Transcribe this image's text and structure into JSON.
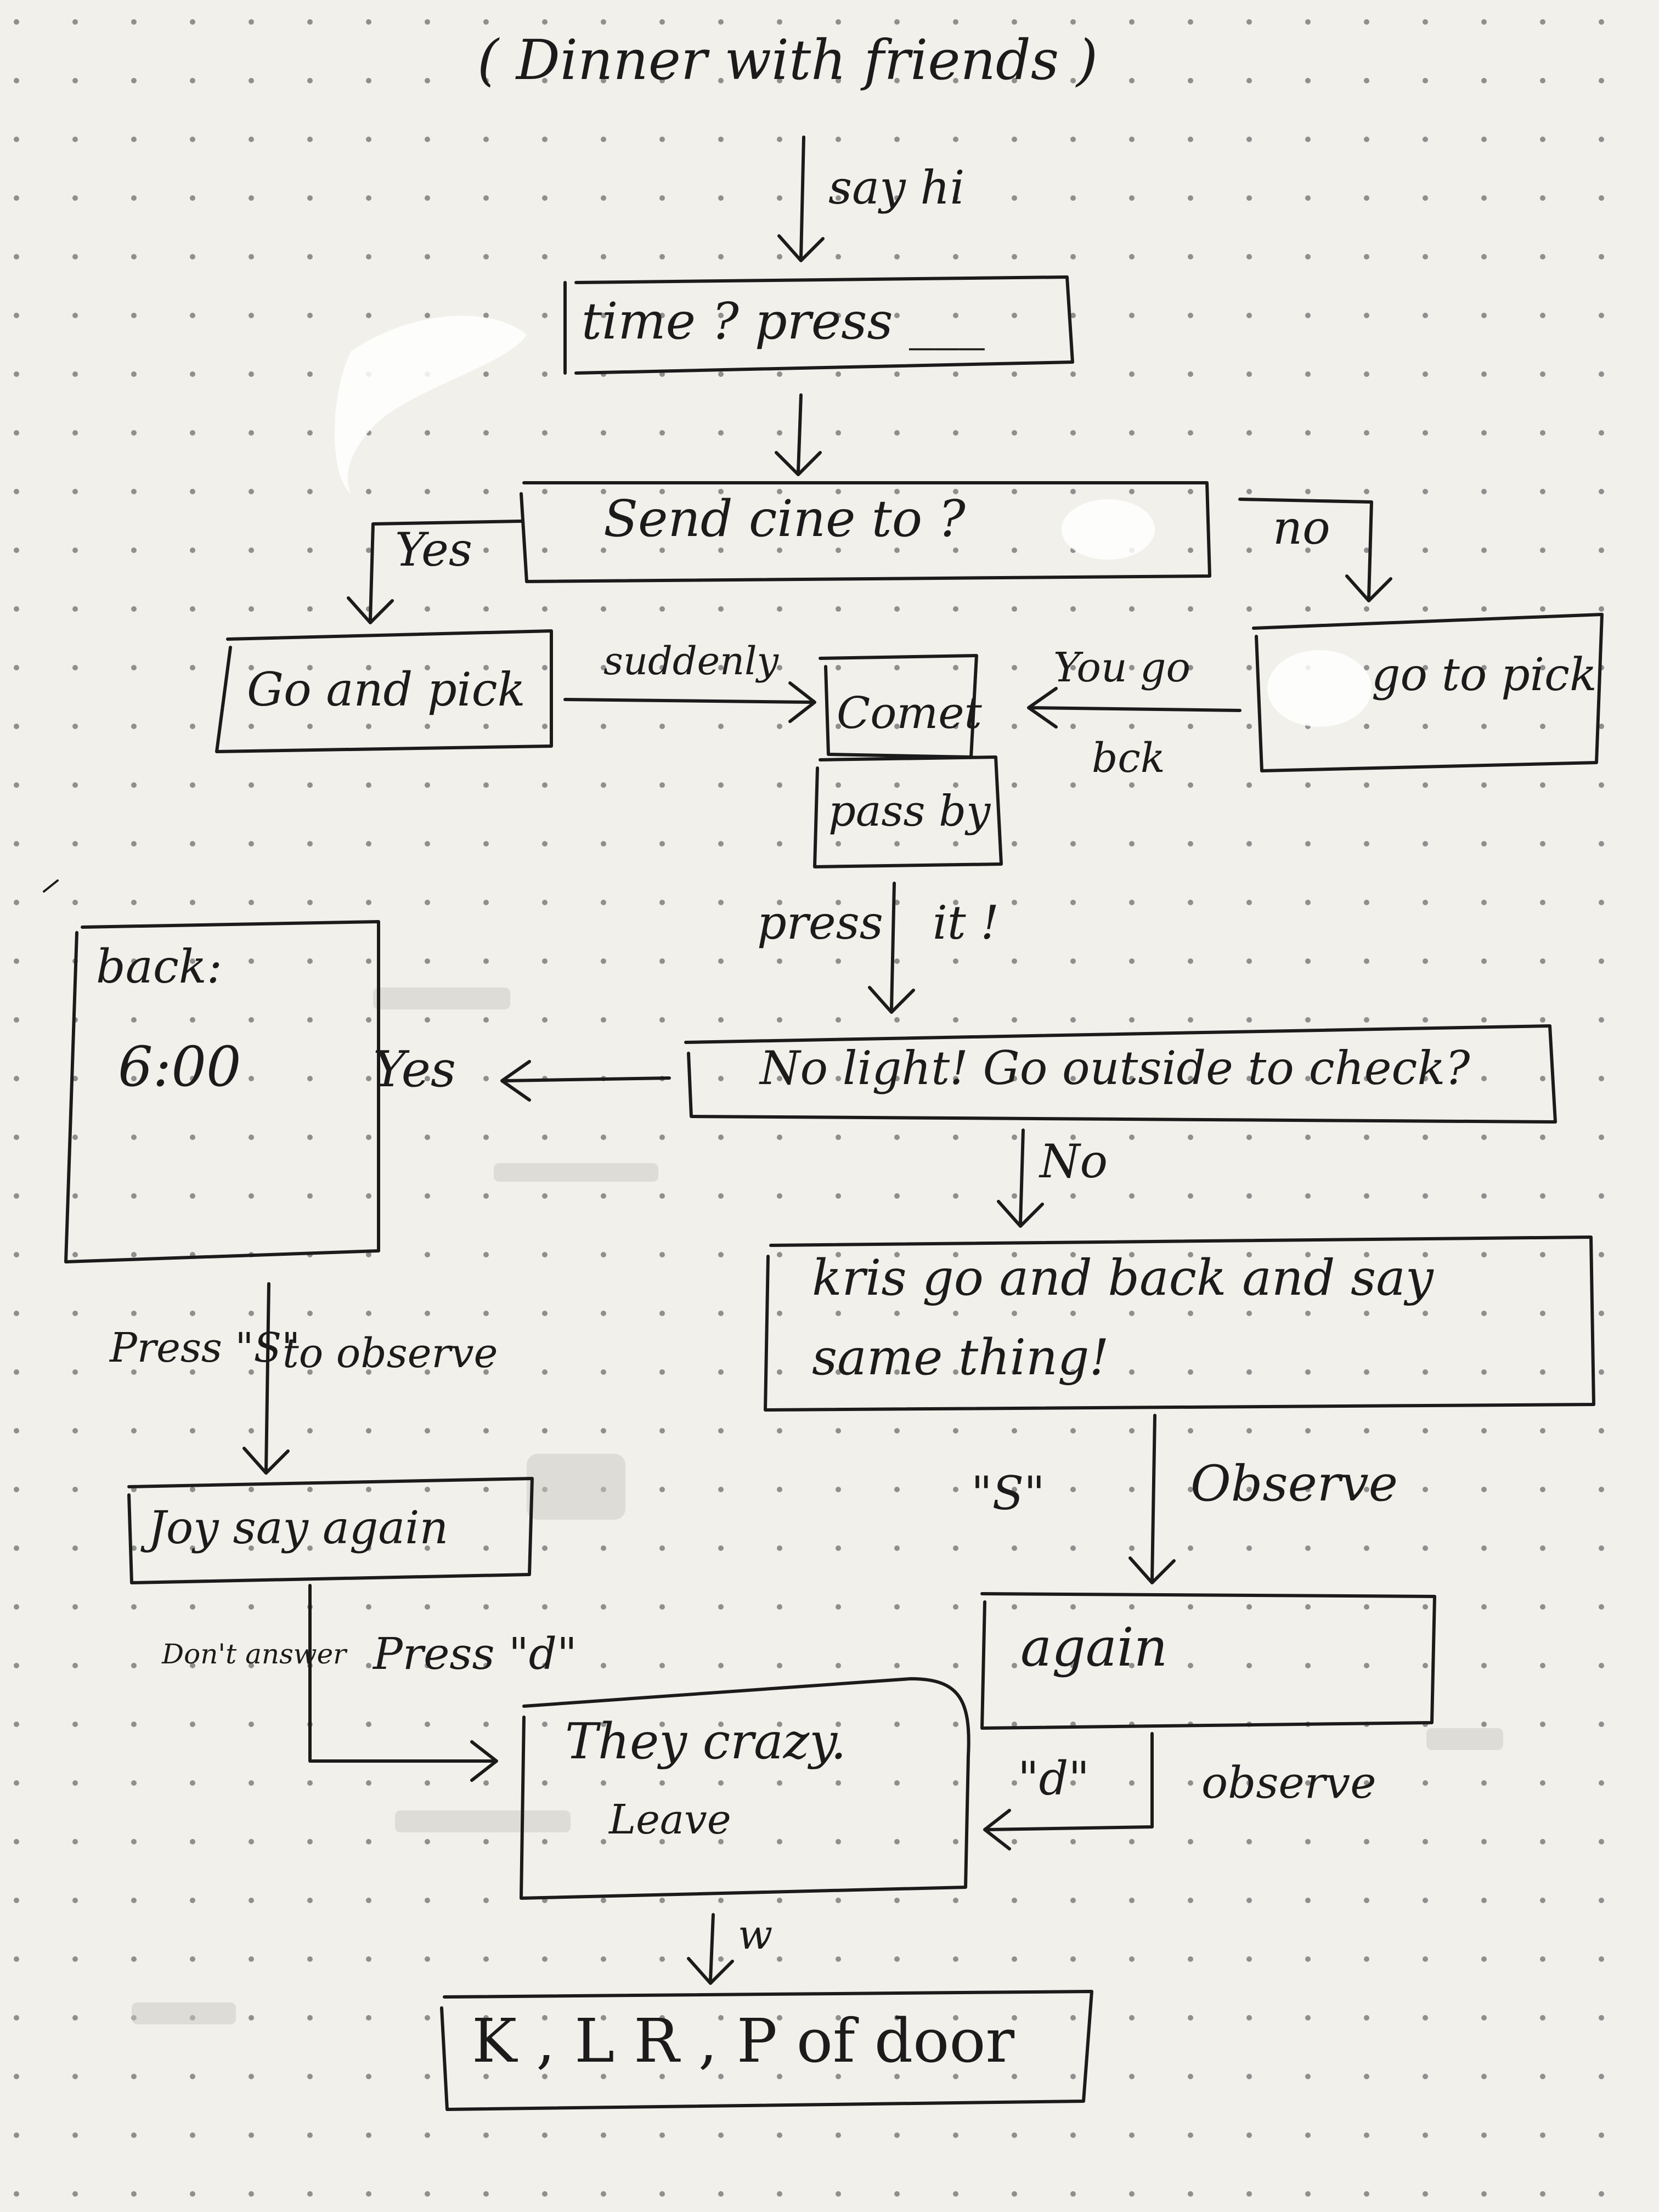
{
  "title": "( Dinner  with  friends )",
  "nodes": {
    "time": "time ?  press ___",
    "send": "Send  cine  to  ?",
    "go_pick": "Go and pick",
    "kris_pick": "go to pick",
    "comet": "Comet",
    "pass_by": "pass by",
    "no_light": "No light!  Go outside to check?",
    "back": "back:",
    "back_time": "6:00",
    "kris_back": "kris  go  and  back  and  say",
    "kris_back2": "same  thing!",
    "joy": "Joy  say  again",
    "again": "again",
    "crazy": "They  crazy.",
    "crazy2": "Leave",
    "end": "K , L R , P  of door"
  },
  "edges": {
    "say_hi": "say hi",
    "yes": "Yes",
    "no": "no",
    "suddenly": "suddenly",
    "you_go": "You go",
    "back": "bck",
    "press": "press",
    "it": "it !",
    "yes2": "Yes",
    "no2": "No",
    "press_s": "Press \"S\"",
    "to_observe": "to  observe",
    "s_quote": "\"S\"",
    "observe": "Observe",
    "dont_answer": "Don't answer",
    "press_d": "Press \"d\"",
    "d_quote": "\"d\"",
    "observe2": "observe",
    "w": "w"
  }
}
